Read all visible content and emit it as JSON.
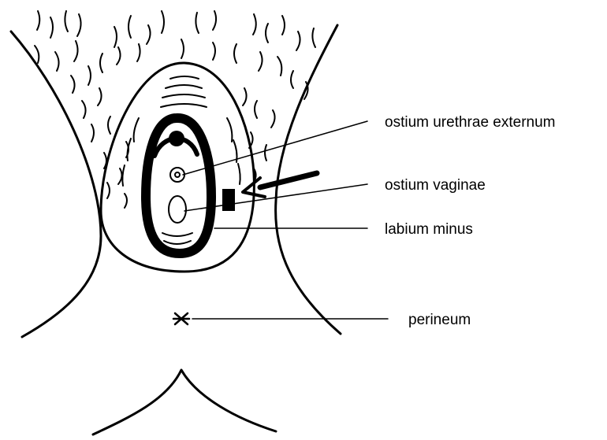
{
  "labels": {
    "urethra": "ostium urethrae externum",
    "vagina": "ostium vaginae",
    "labium": "labium minus",
    "perineum": "perineum"
  },
  "colors": {
    "ink": "#000000",
    "background": "#ffffff"
  }
}
